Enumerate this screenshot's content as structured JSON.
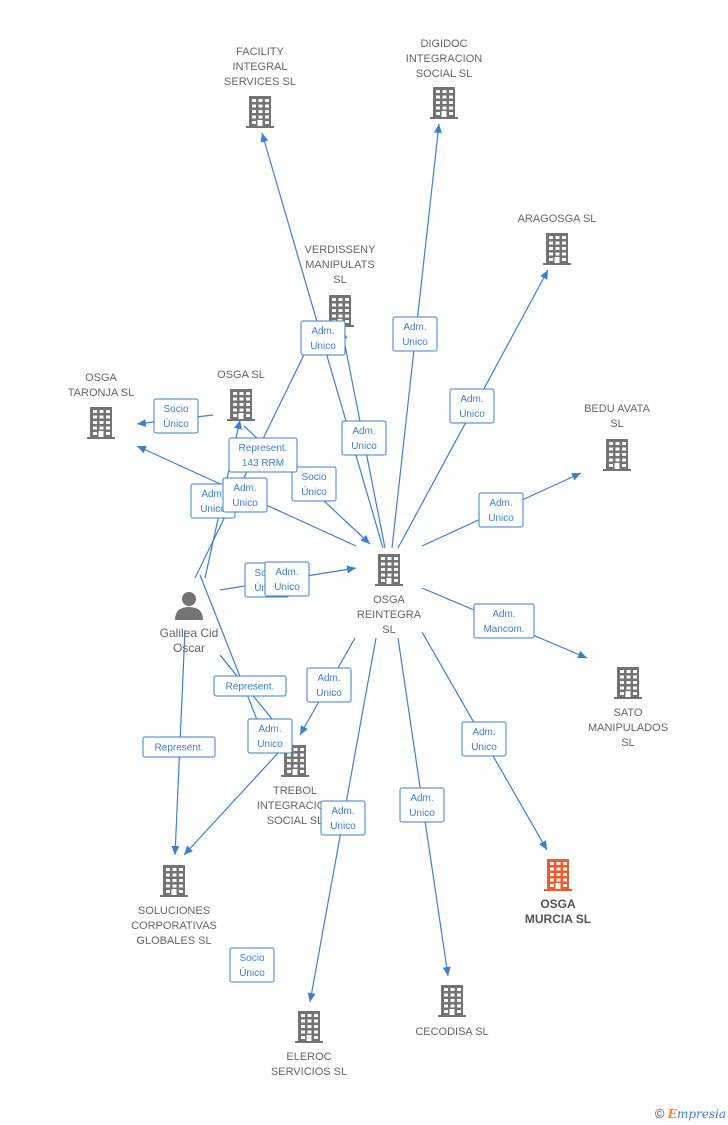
{
  "colors": {
    "building": "#737373",
    "highlight": "#f05a28",
    "person": "#737373",
    "edge": "#3a7fd5"
  },
  "nodes": [
    {
      "id": "facility",
      "type": "company",
      "icon": "building-icon",
      "lines": [
        "FACILITY",
        "INTEGRAL",
        "SERVICES  SL"
      ]
    },
    {
      "id": "digidoc",
      "type": "company",
      "icon": "building-icon",
      "lines": [
        "DIGIDOC",
        "INTEGRACION",
        "SOCIAL  SL"
      ]
    },
    {
      "id": "aragosga",
      "type": "company",
      "icon": "building-icon",
      "lines": [
        "ARAGOSGA  SL"
      ]
    },
    {
      "id": "verdisseny",
      "type": "company",
      "icon": "building-icon",
      "lines": [
        "VERDISSENY",
        "MANIPULATS",
        "SL"
      ]
    },
    {
      "id": "osgasl",
      "type": "company",
      "icon": "building-icon",
      "lines": [
        "OSGA SL"
      ]
    },
    {
      "id": "taronja",
      "type": "company",
      "icon": "building-icon",
      "lines": [
        "OSGA",
        "TARONJA  SL"
      ]
    },
    {
      "id": "bedu",
      "type": "company",
      "icon": "building-icon",
      "lines": [
        "BEDU AVATA",
        "SL"
      ]
    },
    {
      "id": "reintegra",
      "type": "company",
      "icon": "building-icon",
      "lines": [
        "OSGA",
        "REINTEGRA",
        "SL"
      ]
    },
    {
      "id": "galilea",
      "type": "person",
      "icon": "person-icon",
      "lines": [
        "Galilea Cid",
        "Oscar"
      ]
    },
    {
      "id": "sato",
      "type": "company",
      "icon": "building-icon",
      "lines": [
        "SATO",
        "MANIPULADOS",
        "SL"
      ]
    },
    {
      "id": "trebol",
      "type": "company",
      "icon": "building-icon",
      "lines": [
        "TREBOL",
        "INTEGRACION",
        "SOCIAL  SL"
      ]
    },
    {
      "id": "murcia",
      "type": "company",
      "icon": "building-icon",
      "highlight": true,
      "lines": [
        "OSGA",
        "MURCIA  SL"
      ]
    },
    {
      "id": "soluciones",
      "type": "company",
      "icon": "building-icon",
      "lines": [
        "SOLUCIONES",
        "CORPORATIVAS",
        "GLOBALES SL"
      ]
    },
    {
      "id": "cecodisa",
      "type": "company",
      "icon": "building-icon",
      "lines": [
        "CECODISA SL"
      ]
    },
    {
      "id": "eleroc",
      "type": "company",
      "icon": "building-icon",
      "lines": [
        "ELEROC",
        "SERVICIOS  SL"
      ]
    }
  ],
  "edges": [
    {
      "from": "reintegra",
      "to": "facility"
    },
    {
      "from": "reintegra",
      "to": "digidoc"
    },
    {
      "from": "reintegra",
      "to": "aragosga"
    },
    {
      "from": "reintegra",
      "to": "verdisseny"
    },
    {
      "from": "reintegra",
      "to": "bedu"
    },
    {
      "from": "reintegra",
      "to": "sato"
    },
    {
      "from": "reintegra",
      "to": "murcia"
    },
    {
      "from": "reintegra",
      "to": "cecodisa"
    },
    {
      "from": "reintegra",
      "to": "eleroc"
    },
    {
      "from": "reintegra",
      "to": "trebol"
    },
    {
      "from": "reintegra",
      "to": "taronja"
    },
    {
      "from": "osgasl",
      "to": "taronja"
    },
    {
      "from": "osgasl",
      "to": "reintegra"
    },
    {
      "from": "galilea",
      "to": "reintegra"
    },
    {
      "from": "galilea",
      "to": "verdisseny"
    },
    {
      "from": "galilea",
      "to": "osgasl"
    },
    {
      "from": "galilea",
      "to": "soluciones"
    },
    {
      "from": "galilea",
      "to": "trebol"
    },
    {
      "from": "trebol",
      "to": "soluciones"
    },
    {
      "from": "eleroc",
      "to": "soluciones"
    }
  ],
  "edge_labels": [
    {
      "lines": [
        "Adm.",
        "Unico"
      ]
    },
    {
      "lines": [
        "Adm.",
        "Unico"
      ]
    },
    {
      "lines": [
        "Adm.",
        "Unico"
      ]
    },
    {
      "lines": [
        "Adm.",
        "Unico"
      ]
    },
    {
      "lines": [
        "Adm.",
        "Unico"
      ]
    },
    {
      "lines": [
        "Adm.",
        "Mancom."
      ]
    },
    {
      "lines": [
        "Adm.",
        "Unico"
      ]
    },
    {
      "lines": [
        "Adm.",
        "Unico"
      ]
    },
    {
      "lines": [
        "Adm.",
        "Unico"
      ]
    },
    {
      "lines": [
        "Adm.",
        "Unico"
      ]
    },
    {
      "lines": [
        "Socio",
        "Único"
      ]
    },
    {
      "lines": [
        "Socio",
        "Único"
      ]
    },
    {
      "lines": [
        "Represent.",
        "143 RRM"
      ]
    },
    {
      "lines": [
        "Adm.",
        "Unico"
      ]
    },
    {
      "lines": [
        "Adm.",
        "Unico"
      ]
    },
    {
      "lines": [
        "Socio",
        "Único"
      ]
    },
    {
      "lines": [
        "Adm.",
        "Unico"
      ]
    },
    {
      "lines": [
        "Represent."
      ]
    },
    {
      "lines": [
        "Represent."
      ]
    },
    {
      "lines": [
        "Adm.",
        "Unico"
      ]
    },
    {
      "lines": [
        "Socio",
        "Único"
      ]
    }
  ],
  "watermark": {
    "symbol": "©",
    "first_letter": "E",
    "rest": "mpresia"
  }
}
